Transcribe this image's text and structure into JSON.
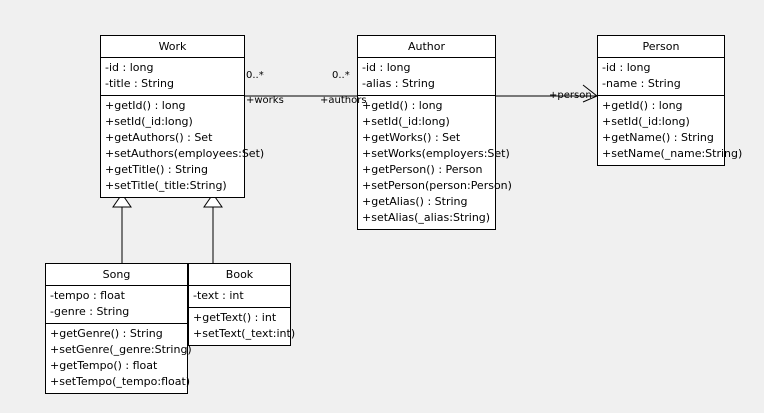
{
  "diagram": {
    "title": "UML Class Diagram",
    "background_color": "#f0f0f0",
    "box_fill_color": "#ffffff",
    "line_color": "#000000"
  },
  "classes": {
    "work": {
      "name": "Work",
      "attributes": [
        "-id : long",
        "-title : String"
      ],
      "operations": [
        "+getId() : long",
        "+setId(_id:long)",
        "+getAuthors() : Set",
        "+setAuthors(employees:Set)",
        "+getTitle() : String",
        "+setTitle(_title:String)"
      ]
    },
    "author": {
      "name": "Author",
      "attributes": [
        "-id : long",
        "-alias : String"
      ],
      "operations": [
        "+getId() : long",
        "+setId(_id:long)",
        "+getWorks() : Set",
        "+setWorks(employers:Set)",
        "+getPerson() : Person",
        "+setPerson(person:Person)",
        "+getAlias() : String",
        "+setAlias(_alias:String)"
      ]
    },
    "person": {
      "name": "Person",
      "attributes": [
        "-id : long",
        "-name : String"
      ],
      "operations": [
        "+getId() : long",
        "+setId(_id:long)",
        "+getName() : String",
        "+setName(_name:String)"
      ]
    },
    "song": {
      "name": "Song",
      "attributes": [
        "-tempo : float",
        "-genre : String"
      ],
      "operations": [
        "+getGenre() : String",
        "+setGenre(_genre:String)",
        "+getTempo() : float",
        "+setTempo(_tempo:float)"
      ]
    },
    "book": {
      "name": "Book",
      "attributes": [
        "-text : int"
      ],
      "operations": [
        "+getText() : int",
        "+setText(_text:int)"
      ]
    }
  },
  "relationships": {
    "work_author": {
      "type": "association",
      "source": "Work",
      "target": "Author",
      "source_multiplicity": "0..*",
      "target_multiplicity": "0..*",
      "source_role": "+works",
      "target_role": "+authors"
    },
    "author_person": {
      "type": "association",
      "source": "Author",
      "target": "Person",
      "target_role": "+person"
    },
    "song_work": {
      "type": "generalization",
      "source": "Song",
      "target": "Work"
    },
    "book_work": {
      "type": "generalization",
      "source": "Book",
      "target": "Work"
    }
  }
}
